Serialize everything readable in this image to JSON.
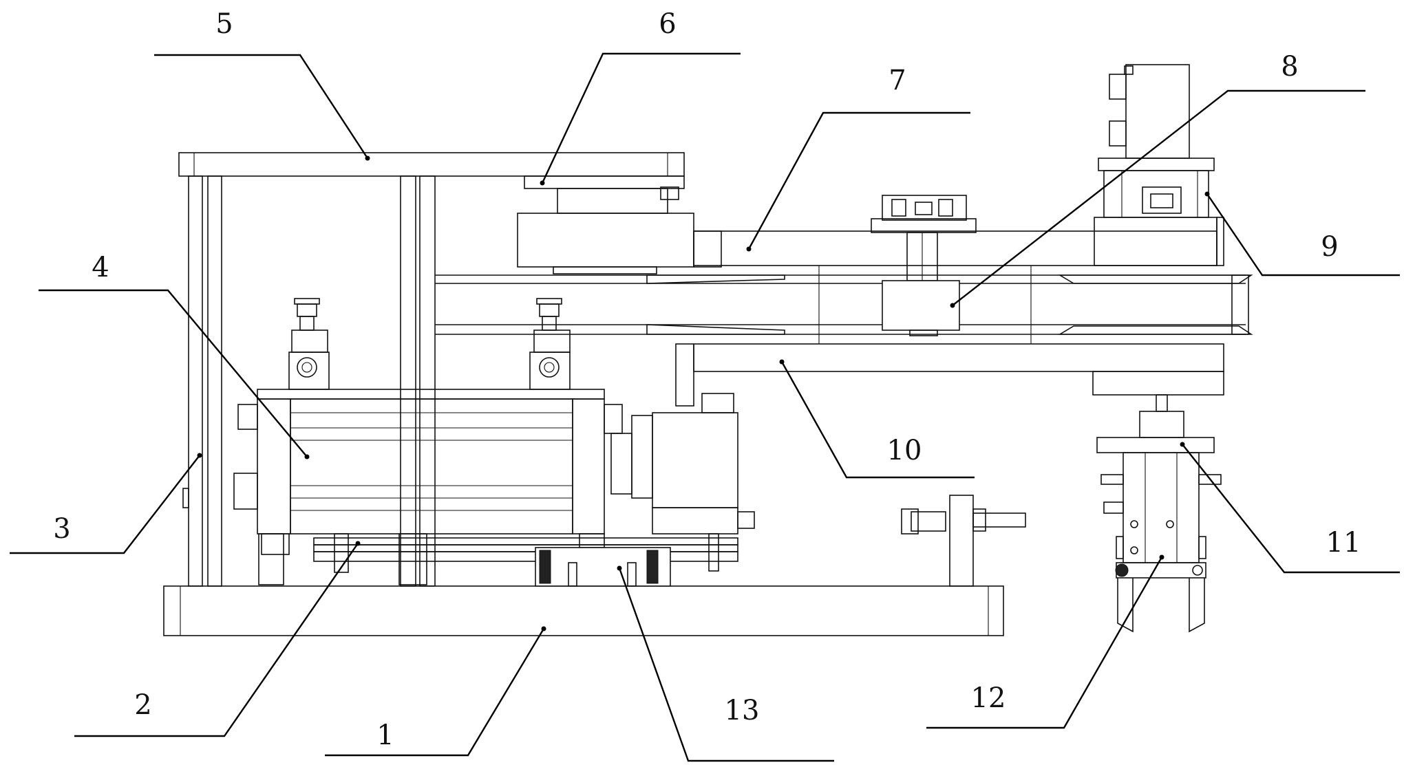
{
  "figure": {
    "type": "mechanical-drawing",
    "stroke_color": "#111111",
    "background": "#ffffff",
    "callouts": [
      {
        "id": "c1",
        "label": "1"
      },
      {
        "id": "c2",
        "label": "2"
      },
      {
        "id": "c3",
        "label": "3"
      },
      {
        "id": "c4",
        "label": "4"
      },
      {
        "id": "c5",
        "label": "5"
      },
      {
        "id": "c6",
        "label": "6"
      },
      {
        "id": "c7",
        "label": "7"
      },
      {
        "id": "c8",
        "label": "8"
      },
      {
        "id": "c9",
        "label": "9"
      },
      {
        "id": "c10",
        "label": "10"
      },
      {
        "id": "c11",
        "label": "11"
      },
      {
        "id": "c12",
        "label": "12"
      },
      {
        "id": "c13",
        "label": "13"
      }
    ]
  }
}
